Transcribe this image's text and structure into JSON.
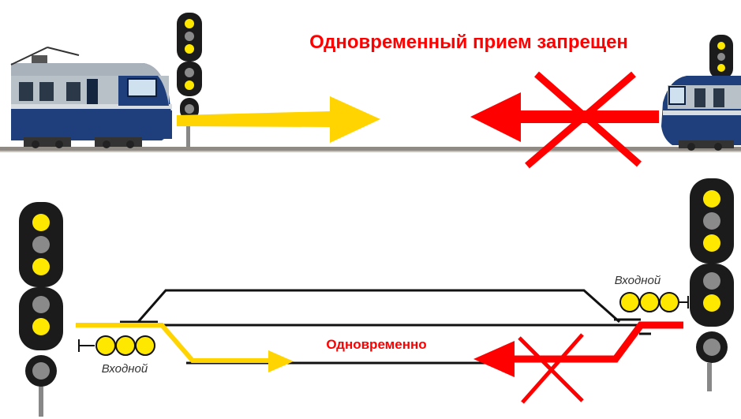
{
  "top_scene": {
    "title": "Одновременный прием запрещен",
    "allowed_arrow_color": "#ffd400",
    "forbidden_arrow_color": "#ff0000",
    "forbidden_icon": "cross-mark-icon"
  },
  "bottom_scene": {
    "caption": "Одновременно",
    "left_signal_label": "Входной",
    "right_signal_label": "Входной",
    "allowed_route_color": "#ffd400",
    "forbidden_route_color": "#ff0000",
    "forbidden_icon": "cross-mark-icon"
  },
  "colors": {
    "signal_yellow": "#ffe800",
    "signal_off": "#8a8a8a",
    "signal_body": "#1b1b1b",
    "train_blue": "#1e3d78",
    "train_grey": "#9aa3ad"
  }
}
